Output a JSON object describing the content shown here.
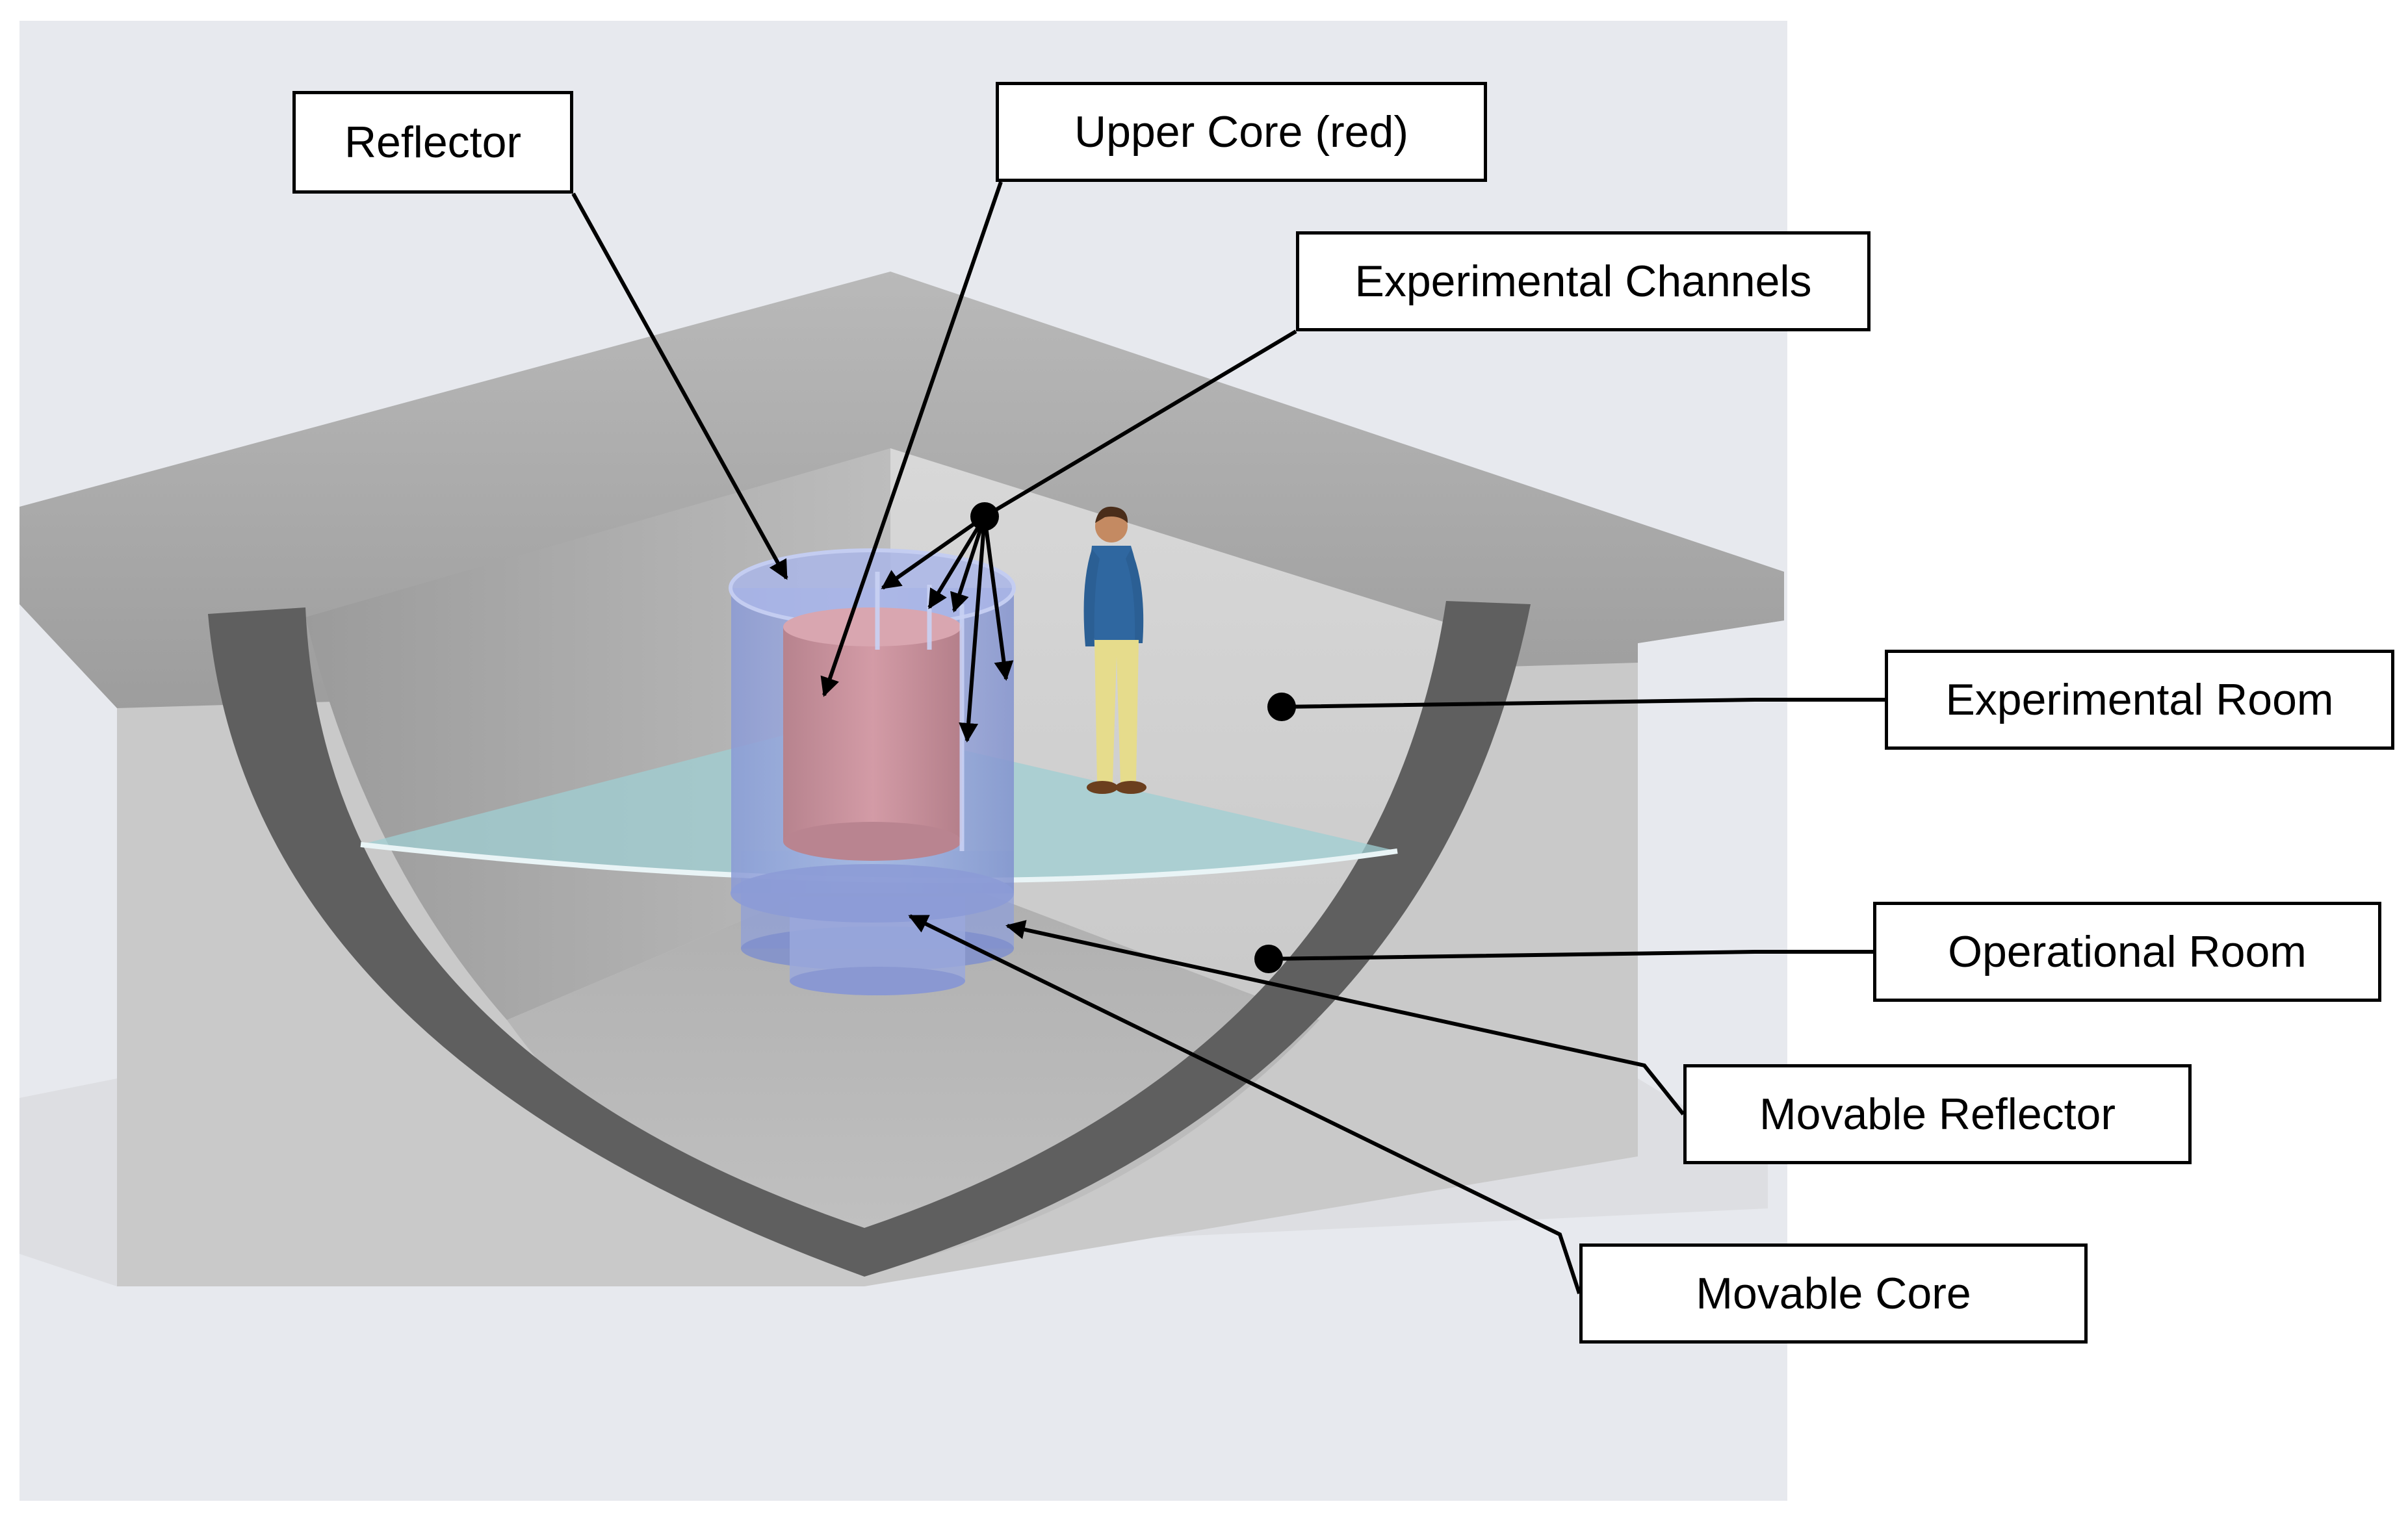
{
  "labels": {
    "reflector": "Reflector",
    "upper_core": "Upper Core (red)",
    "experimental_channels": "Experimental Channels",
    "experimental_room": "Experimental Room",
    "operational_room": "Operational Room",
    "movable_reflector": "Movable Reflector",
    "movable_core": "Movable Core"
  },
  "colors": {
    "background_panel": "#e7e9ee",
    "concrete_top": "#a9a9a9",
    "concrete_face": "#c4c4c4",
    "shell": "#5f5f5f",
    "floor_glass": "#9fcfd3",
    "reflector_blue": "#8f9fd8",
    "core_red": "#c98c98",
    "arrow": "#000000"
  }
}
